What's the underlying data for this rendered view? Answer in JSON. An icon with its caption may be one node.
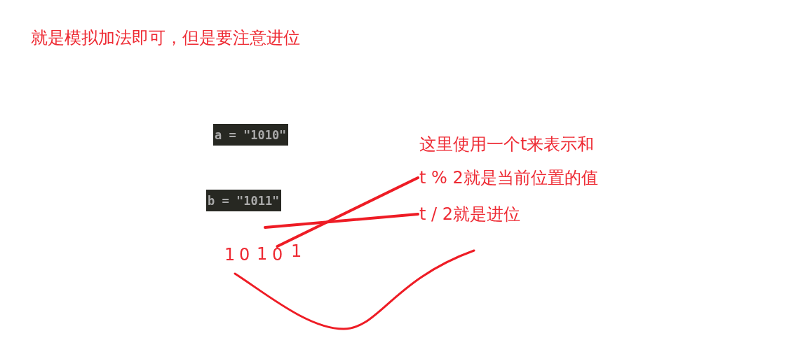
{
  "diagram": {
    "title": "就是模拟加法即可，但是要注意进位",
    "nodes": [
      {
        "text": [
          "t % 2就是当前位置的值"
        ]
      },
      {
        "text": [
          "t / 2就是进位"
        ]
      },
      {
        "text": [
          "0"
        ]
      }
    ],
    "edges": [
      {
        "from": 0,
        "to": 2,
        "arrow": "none"
      },
      {
        "from": 1,
        "to": null,
        "arrow": "none"
      }
    ],
    "labels": [
      "a = \"1010\"",
      "b = \"1011\"",
      "这里使用一个t来表示和",
      "1",
      "0",
      "1",
      "1"
    ]
  }
}
